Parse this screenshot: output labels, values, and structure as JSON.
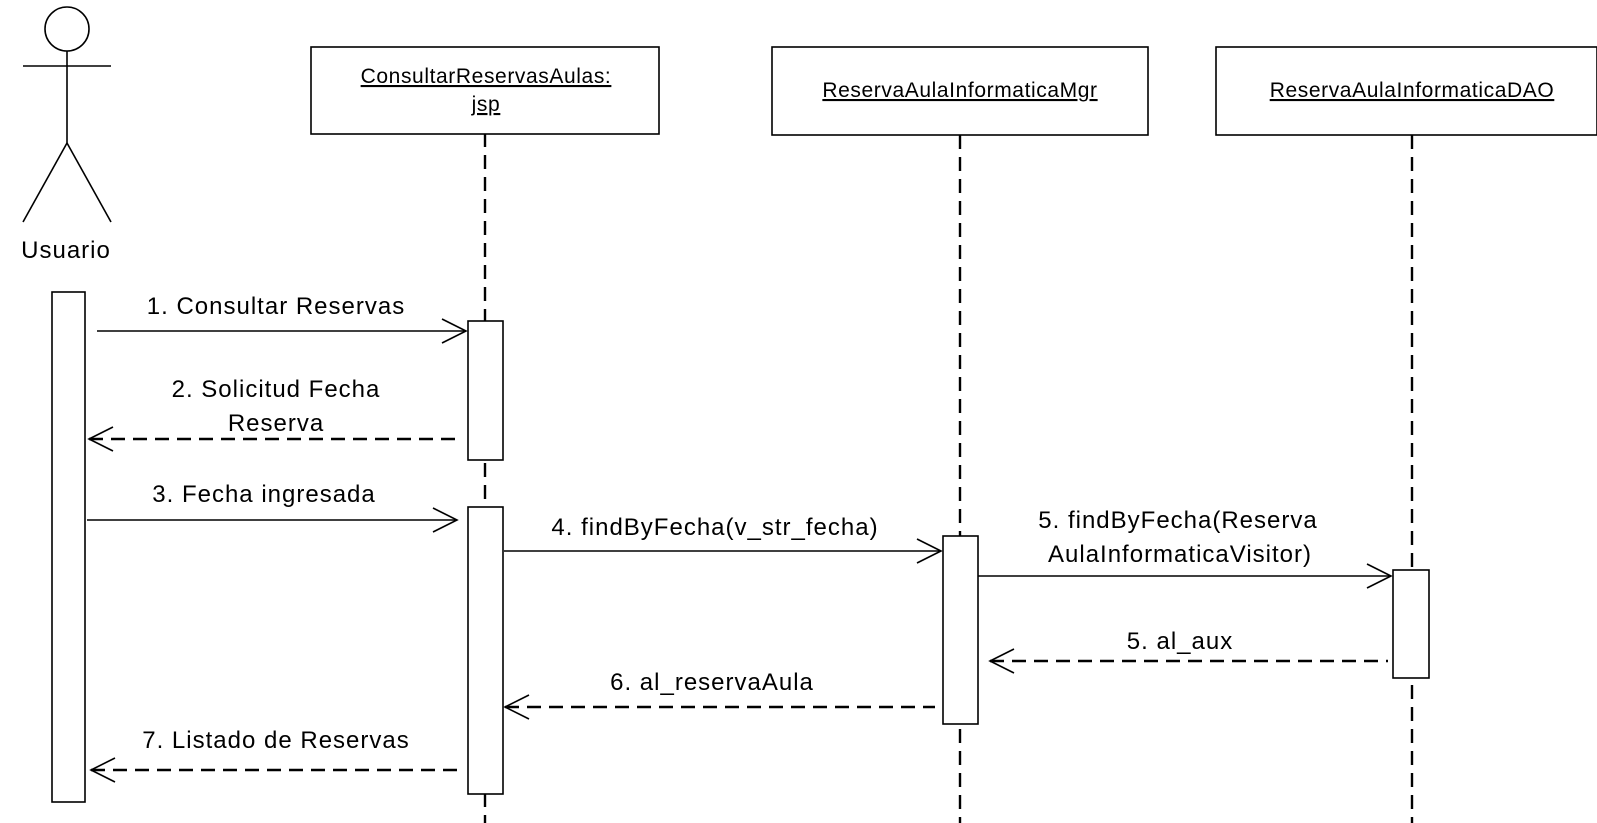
{
  "actor": {
    "name": "Usuario"
  },
  "participants": [
    {
      "label_lines": [
        "ConsultarReservasAulas:",
        "jsp"
      ]
    },
    {
      "label_lines": [
        "ReservaAulaInformaticaMgr"
      ]
    },
    {
      "label_lines": [
        "ReservaAulaInformaticaDAO"
      ]
    }
  ],
  "messages": [
    {
      "label_lines": [
        "1. Consultar Reservas"
      ],
      "kind": "call"
    },
    {
      "label_lines": [
        "2. Solicitud Fecha",
        "Reserva"
      ],
      "kind": "return"
    },
    {
      "label_lines": [
        "3. Fecha ingresada"
      ],
      "kind": "call"
    },
    {
      "label_lines": [
        "4. findByFecha(v_str_fecha)"
      ],
      "kind": "call"
    },
    {
      "label_lines": [
        "5. findByFecha(Reserva",
        "AulaInformaticaVisitor)"
      ],
      "kind": "call"
    },
    {
      "label_lines": [
        "5. al_aux"
      ],
      "kind": "return"
    },
    {
      "label_lines": [
        "6. al_reservaAula"
      ],
      "kind": "return"
    },
    {
      "label_lines": [
        "7. Listado de Reservas"
      ],
      "kind": "return"
    }
  ]
}
